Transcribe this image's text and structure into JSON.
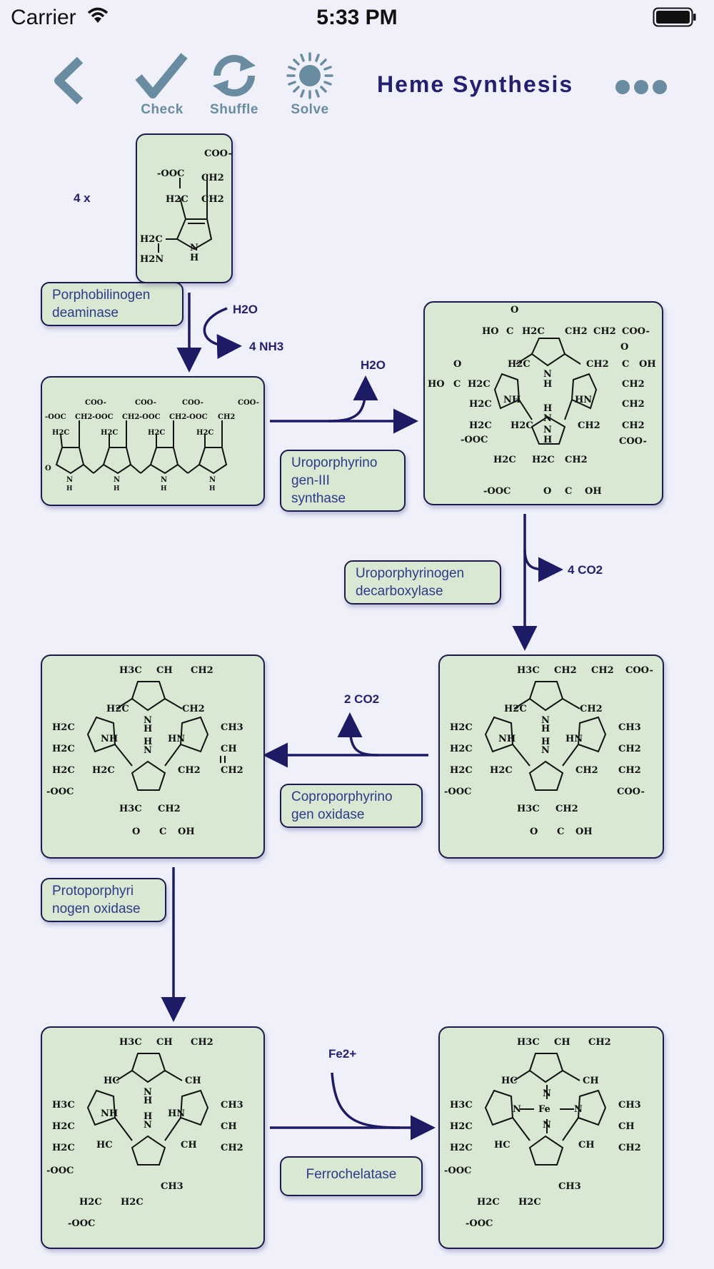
{
  "status": {
    "carrier": "Carrier",
    "time": "5:33 PM"
  },
  "toolbar": {
    "back_icon": "chevron-left-icon",
    "check_label": "Check",
    "shuffle_label": "Shuffle",
    "solve_label": "Solve",
    "more_icon": "ellipsis-icon"
  },
  "title": "Heme Synthesis",
  "colors": {
    "accent": "#232070",
    "box_fill": "#d8e8d2",
    "toolbar_icon": "#6a8ca0",
    "background": "#eff0fa"
  },
  "pathway": {
    "multiplier": "4 x",
    "enzymes": {
      "porphobilinogen_deaminase": "Porphobilinogen\ndeaminase",
      "uroporphyrinogen_synthase": "Uroporphyrino\ngen-III\nsynthase",
      "uroporphyrinogen_decarboxylase": "Uroporphyrinogen\ndecarboxylase",
      "coproporphyrinogen_oxidase": "Coproporphyrino\ngen oxidase",
      "protoporphyrinogen_oxidase": "Protoporphyri\nnogen oxidase",
      "ferrochelatase": "Ferrochelatase"
    },
    "byproducts": {
      "h2o_in": "H2O",
      "nh3_out": "4 NH3",
      "h2o_out": "H2O",
      "co2_4": "4 CO2",
      "co2_2": "2 CO2",
      "fe": "Fe2+"
    },
    "molecules": {
      "porphobilinogen": [
        "COO-",
        "-OOC",
        "CH2",
        "H2C",
        "CH2",
        "H2C",
        "H2N",
        "N",
        "H"
      ],
      "hydroxymethylbilane": [
        "COO-",
        "-OOC",
        "CH2",
        "-OOC",
        "CH2",
        "-OOC",
        "CH2",
        "-OOC",
        "CH2",
        "COO-",
        "COO-",
        "COO-",
        "H2C",
        "H2C",
        "H2C",
        "H2C",
        "O",
        "N",
        "H",
        "N",
        "H",
        "N",
        "H",
        "N",
        "H"
      ],
      "uroporphyrinogen": [
        "O",
        "HO",
        "C",
        "H2C",
        "CH2",
        "CH2",
        "COO-",
        "O",
        "C",
        "OH",
        "H2C",
        "CH2",
        "O",
        "HO",
        "C",
        "H2C",
        "N",
        "H",
        "CH2",
        "N",
        "H",
        "CH2",
        "H2C",
        "NH",
        "HN",
        "H2C",
        "CH2",
        "H2C",
        "N",
        "H",
        "CH2",
        "COO-",
        "-OOC",
        "H2C",
        "H2C",
        "CH2",
        "-OOC",
        "O",
        "C",
        "OH"
      ],
      "coproporphyrinogen": [
        "H3C",
        "CH2",
        "CH2",
        "COO-",
        "H2C",
        "CH2",
        "H2C",
        "N",
        "H",
        "CH3",
        "H2C",
        "NH",
        "HN",
        "CH2",
        "H2C",
        "CH2",
        "H2C",
        "N",
        "H",
        "CH2",
        "-OOC",
        "COO-",
        "H3C",
        "CH2",
        "O",
        "C",
        "OH"
      ],
      "protoporphyrinogen": [
        "H3C",
        "CH",
        "CH2",
        "H2C",
        "CH2",
        "H2C",
        "N",
        "H",
        "CH3",
        "H2C",
        "NH",
        "HN",
        "CH",
        "H2C",
        "CH2",
        "H2C",
        "N",
        "H",
        "CH2",
        "-OOC",
        "H3C",
        "CH2",
        "O",
        "C",
        "OH"
      ],
      "protoporphyrin": [
        "H3C",
        "CH",
        "CH2",
        "HC",
        "CH",
        "N",
        "H",
        "H3C",
        "CH3",
        "NH",
        "HN",
        "H2C",
        "CH",
        "H2C",
        "N",
        "H",
        "CH2",
        "HC",
        "CH",
        "-OOC",
        "H2C",
        "H2C",
        "CH3",
        "-OOC"
      ],
      "heme": [
        "H3C",
        "CH",
        "CH2",
        "HC",
        "CH",
        "N",
        "H3C",
        "CH3",
        "N",
        "Fe",
        "N",
        "H2C",
        "CH",
        "H2C",
        "N",
        "CH2",
        "HC",
        "CH",
        "-OOC",
        "H2C",
        "H2C",
        "CH3",
        "-OOC"
      ]
    }
  }
}
